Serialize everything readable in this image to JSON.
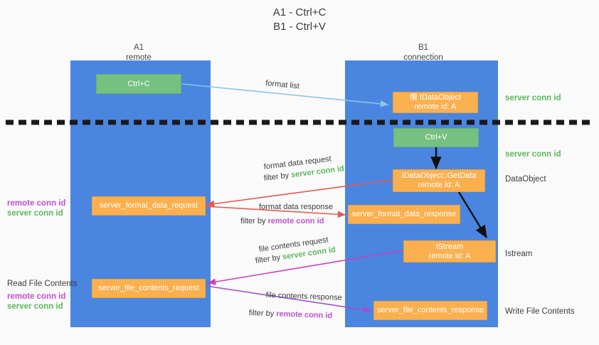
{
  "title": {
    "line1": "A1 - Ctrl+C",
    "line2": "B1 - Ctrl+V"
  },
  "columns": [
    {
      "name": "A1",
      "sub": "remote"
    },
    {
      "name": "B1",
      "sub": "connection"
    }
  ],
  "nodes": {
    "ctrl_c": {
      "label": "Ctrl+C"
    },
    "ctrl_v": {
      "label": "Ctrl+V"
    },
    "idataobject": {
      "line1": "倄 IDataObject",
      "line2": "remote id: A"
    },
    "getdata": {
      "line1": "IDataObject::GetData",
      "line2": "remote id: A"
    },
    "istream": {
      "line1": "IStream",
      "line2": "remote id: A"
    },
    "server_format_data_request": {
      "label": "server_format_data_request"
    },
    "server_format_data_response": {
      "label": "server_format_data_response"
    },
    "server_file_contents_request": {
      "label": "server_file_contents_request"
    },
    "server_file_contents_response": {
      "label": "server_file_contents_response"
    }
  },
  "right_labels": [
    {
      "text": "server conn id",
      "kind": "green"
    },
    {
      "text": "server conn id",
      "kind": "green"
    },
    {
      "text": "DataObject",
      "kind": "plain"
    },
    {
      "text": "Istream",
      "kind": "plain"
    },
    {
      "text": "Write File Contents",
      "kind": "plain"
    }
  ],
  "left_labels": {
    "group1": {
      "remote": "remote conn id",
      "server": "server conn id"
    },
    "group2_title": "Read File Contents",
    "group2": {
      "remote": "remote conn id",
      "server": "server conn id"
    }
  },
  "edge_labels": {
    "format_list": "format list",
    "format_data_request": "format data request",
    "format_data_request_filter_prefix": "filter by ",
    "format_data_request_filter_value": "server conn id",
    "format_data_response": "format data response",
    "format_data_response_filter_prefix": "filter by ",
    "format_data_response_filter_value": "remote conn id",
    "file_contents_request": "file contents request",
    "file_contents_request_filter_prefix": "filter by ",
    "file_contents_request_filter_value": "server conn id",
    "file_contents_response": "file contents response",
    "file_contents_response_filter_prefix": "filter by ",
    "file_contents_response_filter_value": "remote conn id"
  },
  "colors": {
    "lane": "#4a86e0",
    "node_orange": "#fbb04f",
    "node_green": "#76c182",
    "conn_green": "#5cb85c",
    "conn_purple": "#c24fd4",
    "arrow_lightblue": "#8cc3e8",
    "arrow_red": "#e8584f",
    "arrow_magenta": "#cc3fbd",
    "arrow_purple": "#a24fd4",
    "arrow_black": "#000000",
    "divider": "#1a1a1a",
    "background": "#fafafa"
  }
}
